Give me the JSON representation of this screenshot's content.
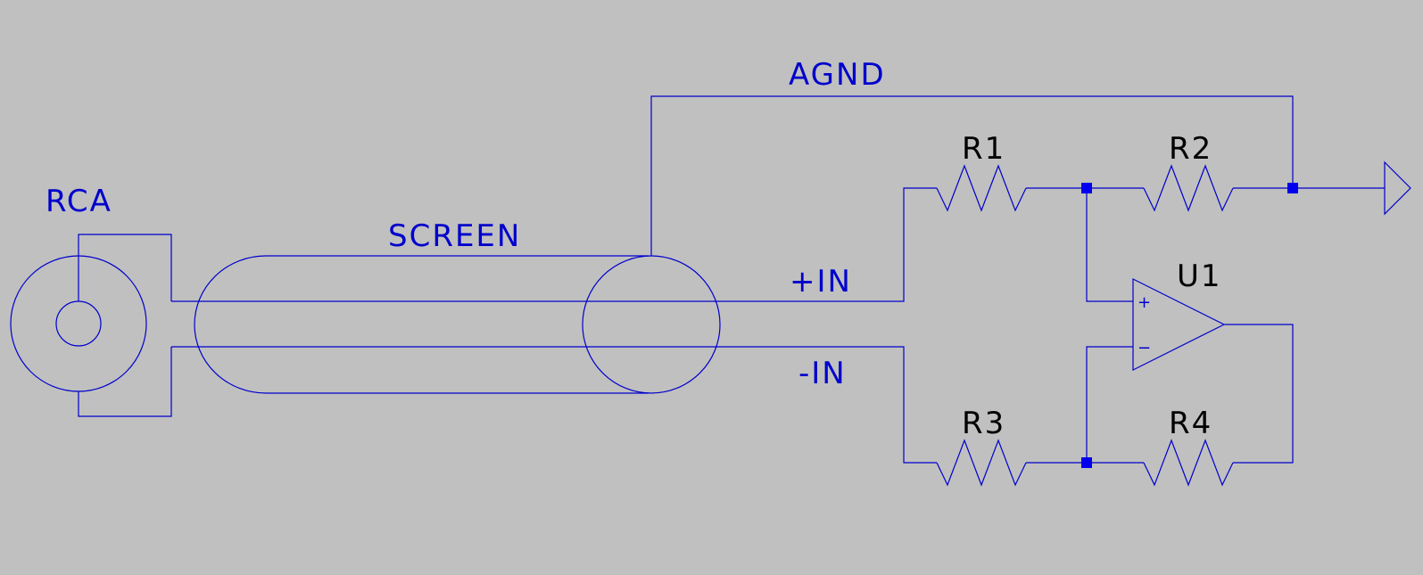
{
  "colors": {
    "background": "#c0c0c0",
    "wire": "#0000cc",
    "net_label": "#0000cc",
    "ref_label": "#000000",
    "junction": "#0000ee"
  },
  "net_labels": {
    "connector": "RCA",
    "screen": "SCREEN",
    "agnd": "AGND",
    "plus_in": "+IN",
    "minus_in": "-IN"
  },
  "components": {
    "r1": "R1",
    "r2": "R2",
    "r3": "R3",
    "r4": "R4",
    "u1": "U1"
  },
  "opamp_pins": {
    "noninverting": "+",
    "inverting": "−"
  }
}
